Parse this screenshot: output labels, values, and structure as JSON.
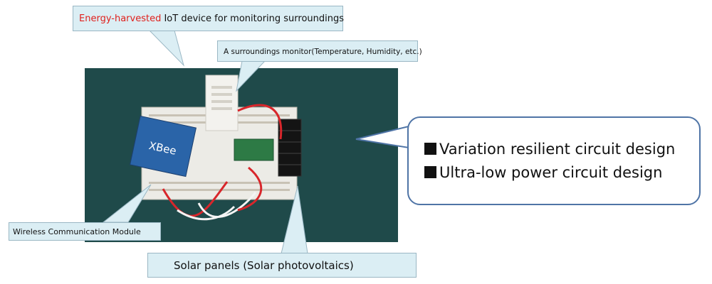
{
  "callouts": {
    "title": {
      "highlight": "Energy-harvested",
      "rest": " IoT device for monitoring surroundings"
    },
    "sensor": "A surroundings monitor(Temperature, Humidity, etc.)",
    "wireless": "Wireless Communication Module",
    "solar": "Solar panels (Solar photovoltaics)"
  },
  "features": [
    "Variation resilient circuit design",
    "Ultra-low power circuit design"
  ],
  "photo": {
    "xbee_label": "XBee"
  },
  "colors": {
    "callout_fill": "#dbeef4",
    "highlight": "#e0201c",
    "features_border": "#4f74a6",
    "photo_background": "#1f4a4a"
  }
}
